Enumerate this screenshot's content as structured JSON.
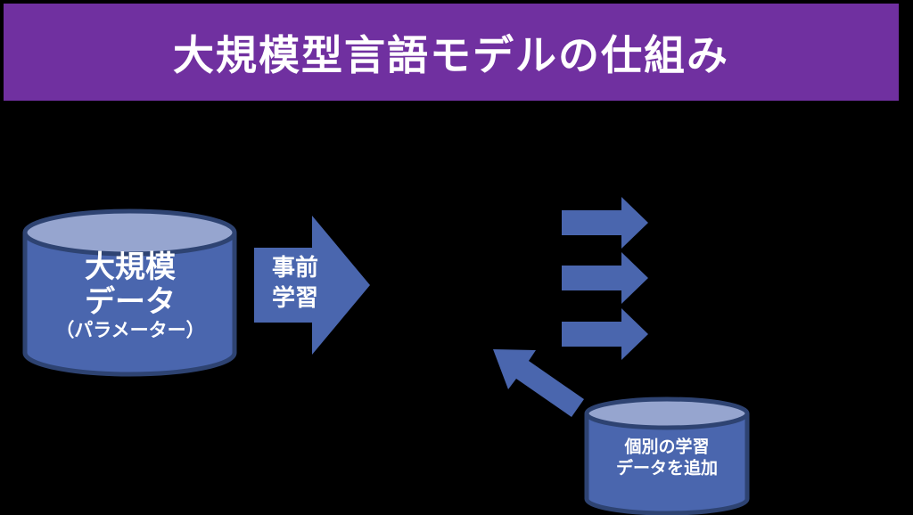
{
  "header": {
    "title": "大規模型言語モデルの仕組み"
  },
  "diagram": {
    "large_data_cylinder": {
      "line1": "大規模",
      "line2": "データ",
      "line3": "（パラメーター）"
    },
    "pretraining_arrow": {
      "line1": "事前",
      "line2": "学習"
    },
    "output_arrows": {
      "count": 3,
      "direction": "right"
    },
    "feedback_arrow": {
      "direction": "up-left"
    },
    "individual_data_cylinder": {
      "line1": "個別の学習",
      "line2": "データを追加"
    }
  },
  "colors": {
    "background": "#000000",
    "banner": "#7030A0",
    "title_text": "#FFFFFF",
    "shape_fill": "#4A66AE",
    "cylinder_top_fill": "#96A5CF",
    "shape_stroke": "#2E4372",
    "label_text": "#FFFFFF"
  }
}
